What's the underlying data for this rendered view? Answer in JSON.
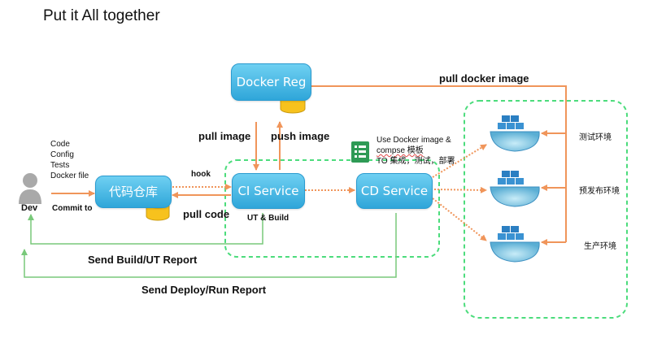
{
  "title": "Put it All together",
  "dev": {
    "label": "Dev",
    "notes": [
      "Code",
      "Config",
      "Tests",
      "Docker file"
    ],
    "commit_label": "Commit to"
  },
  "services": {
    "repo": "代码仓库",
    "ci": "CI Service",
    "cd": "CD Service",
    "registry": "Docker Reg"
  },
  "edges": {
    "hook": "hook",
    "pull_code": "pull code",
    "ut_build": "UT & Build",
    "pull_image": "pull image",
    "push_image": "push image",
    "pull_docker_image": "pull docker image",
    "send_build_report": "Send Build/UT Report",
    "send_deploy_report": "Send Deploy/Run Report"
  },
  "template_note": {
    "line1": "Use Docker image &",
    "line2": "compse 模板",
    "line3": "TO 集成，测试，部署"
  },
  "environments": [
    "测试环境",
    "预发布环境",
    "生产环境"
  ],
  "colors": {
    "arrow": "#f0955a",
    "report_line": "#79c97a",
    "dashed_box": "#4cdc7c",
    "service_fill": "#3fb3e3",
    "database": "#f7c21d"
  }
}
